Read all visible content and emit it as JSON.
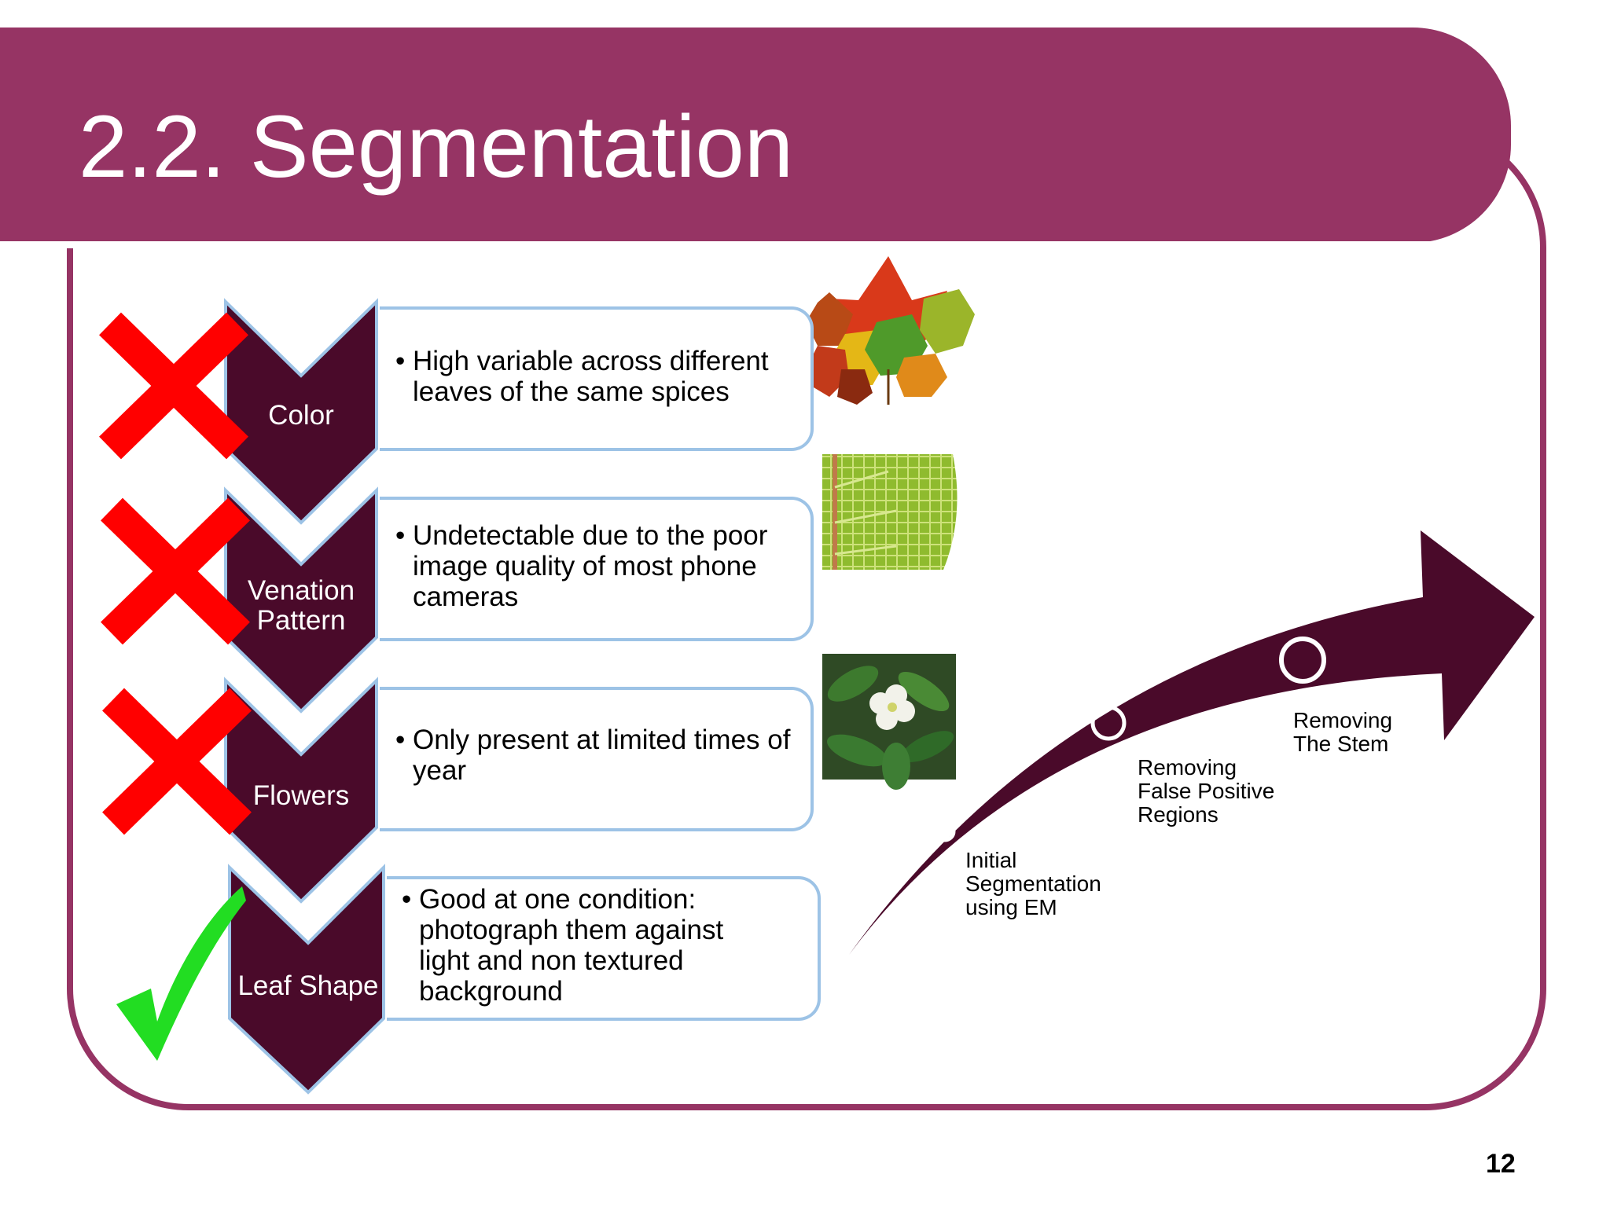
{
  "slide": {
    "title": "2.2. Segmentation",
    "page_number": "12",
    "colors": {
      "title_bar": "#963464",
      "chevron": "#4a0a2a",
      "box_border": "#9dc3e6",
      "cross": "#ff0000",
      "check": "#22dd22"
    }
  },
  "features": [
    {
      "label": "Color",
      "status": "rejected",
      "status_icon": "red-x-icon",
      "description": "High variable across different leaves of the same spices",
      "image": "autumn-leaves-photo"
    },
    {
      "label": "Venation Pattern",
      "status": "rejected",
      "status_icon": "red-x-icon",
      "description": "Undetectable due to the poor image quality of most phone cameras",
      "image": "leaf-venation-photo"
    },
    {
      "label": "Flowers",
      "status": "rejected",
      "status_icon": "red-x-icon",
      "description": "Only present at limited times of year",
      "image": "white-flower-photo"
    },
    {
      "label": "Leaf Shape",
      "status": "accepted",
      "status_icon": "green-check-icon",
      "description": "Good at one condition: photograph them against light and non textured background",
      "image": null
    }
  ],
  "pipeline": {
    "steps": [
      {
        "label": "Initial Segmentation using EM"
      },
      {
        "label": "Removing False Positive Regions"
      },
      {
        "label": "Removing The Stem"
      }
    ]
  }
}
